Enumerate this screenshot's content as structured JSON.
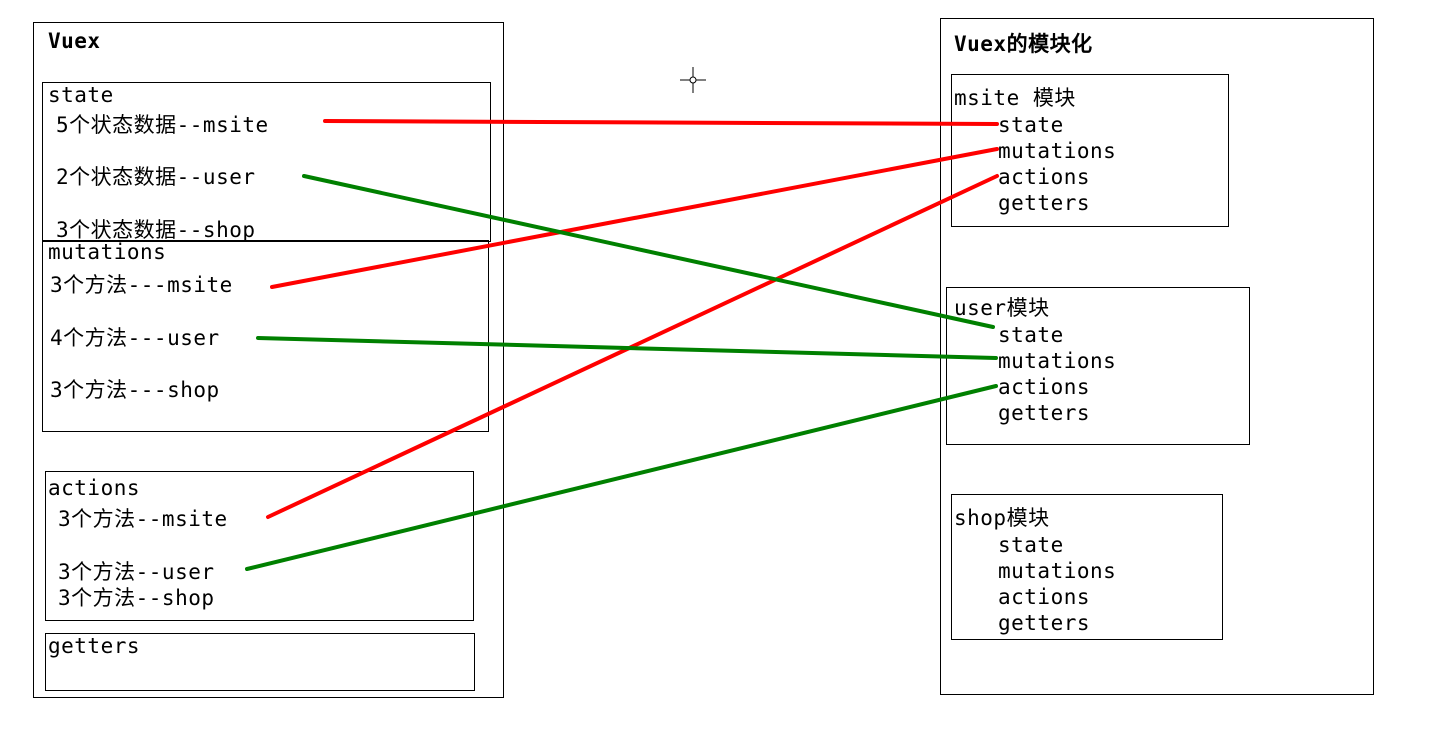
{
  "left": {
    "title": "Vuex",
    "state": {
      "header": "state",
      "items": [
        "5个状态数据--msite",
        "2个状态数据--user",
        "3个状态数据--shop"
      ]
    },
    "mutations": {
      "header": "mutations",
      "items": [
        "3个方法---msite",
        "4个方法---user",
        "3个方法---shop"
      ]
    },
    "actions": {
      "header": "actions",
      "items": [
        "3个方法--msite",
        "3个方法--user",
        "3个方法--shop"
      ]
    },
    "getters": {
      "header": "getters"
    }
  },
  "right": {
    "title": "Vuex的模块化",
    "modules": [
      {
        "header": "msite 模块",
        "items": [
          "state",
          "mutations",
          "actions",
          "getters"
        ]
      },
      {
        "header": "user模块",
        "items": [
          "state",
          "mutations",
          "actions",
          "getters"
        ]
      },
      {
        "header": "shop模块",
        "items": [
          "state",
          "mutations",
          "actions",
          "getters"
        ]
      }
    ]
  },
  "connections": [
    {
      "from": "left.state.items.0",
      "to": "right.modules.0.items.0",
      "color": "#ff0000"
    },
    {
      "from": "left.mutations.items.0",
      "to": "right.modules.0.items.1",
      "color": "#ff0000"
    },
    {
      "from": "left.actions.items.0",
      "to": "right.modules.0.items.2",
      "color": "#ff0000"
    },
    {
      "from": "left.state.items.1",
      "to": "right.modules.1.items.0",
      "color": "#008000"
    },
    {
      "from": "left.mutations.items.1",
      "to": "right.modules.1.items.1",
      "color": "#008000"
    },
    {
      "from": "left.actions.items.1",
      "to": "right.modules.1.items.2",
      "color": "#008000"
    }
  ]
}
